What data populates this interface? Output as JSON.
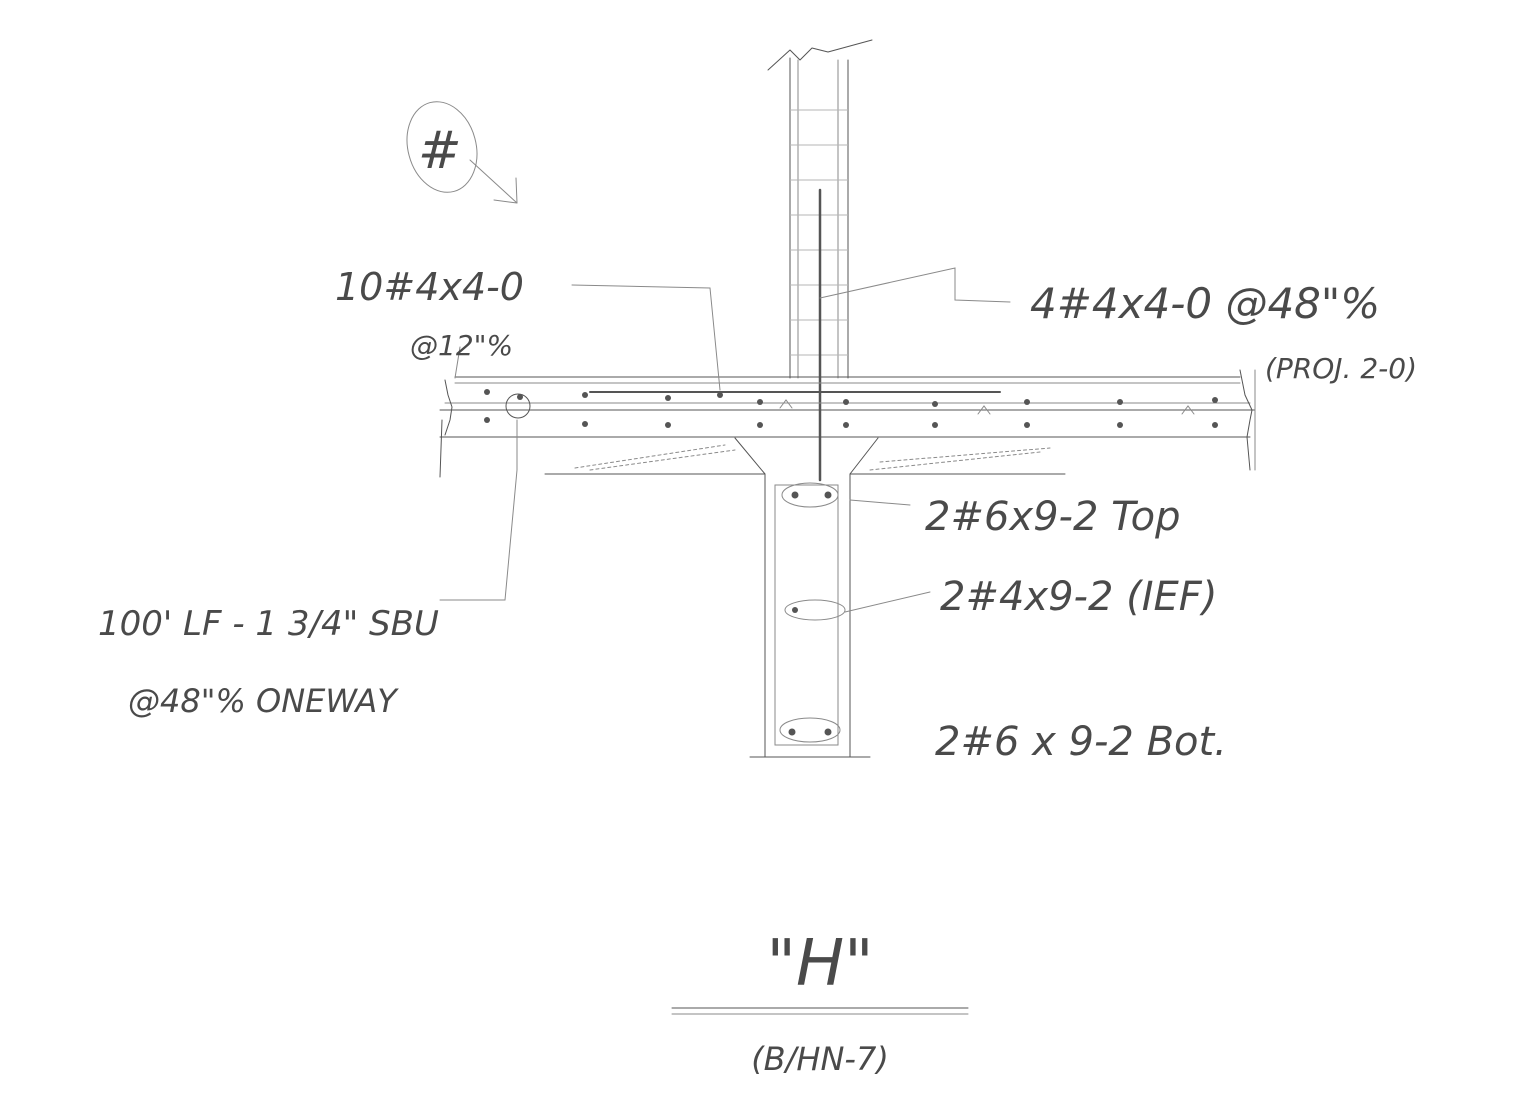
{
  "detail": {
    "north_mark": "#",
    "title": "\"H\"",
    "reference": "(B/HN-7)"
  },
  "callouts": {
    "slab_top_bars_line1": "10#4x4-0",
    "slab_top_bars_line2": "@12\"%",
    "wall_dowels_line1": "4#4x4-0 @48\"%",
    "wall_dowels_line2": "(PROJ. 2-0)",
    "waterstop_line1": "100' LF - 1 3/4\" SBU",
    "waterstop_line2": "@48\"% ONEWAY",
    "footing_top": "2#6x9-2  Top",
    "footing_mid": "2#4x9-2 (IEF)",
    "footing_bot": "2#6 x 9-2  Bot."
  },
  "colors": {
    "ink": "#4a4a4a",
    "paper": "#ffffff",
    "hatch": "#9a9a9a"
  }
}
